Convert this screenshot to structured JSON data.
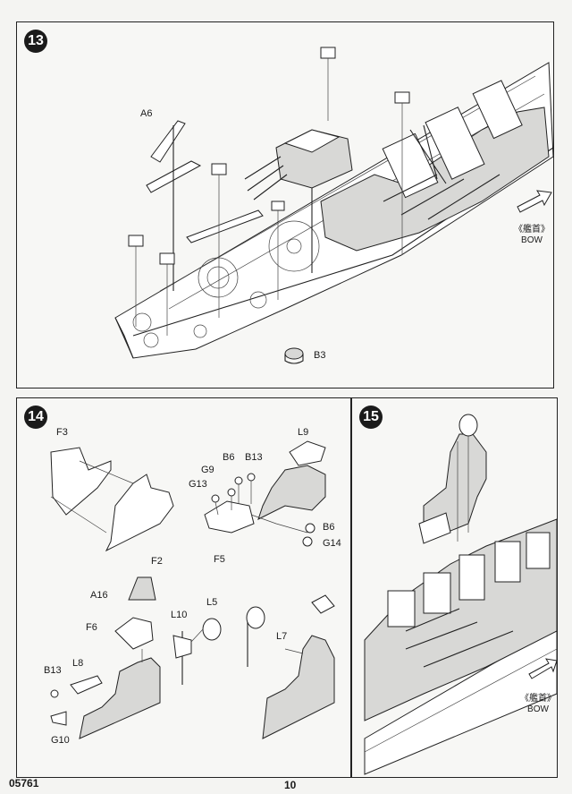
{
  "steps": {
    "s13": {
      "number": "13",
      "parts": [
        "A6",
        "B3"
      ],
      "bow_cn": "《艦首》",
      "bow_en": "BOW"
    },
    "s14": {
      "number": "14",
      "parts": [
        "F3",
        "F2",
        "B6",
        "B13",
        "G9",
        "G13",
        "F5",
        "L9",
        "B6",
        "G14",
        "A16",
        "F6",
        "L10",
        "L5",
        "L7",
        "B13",
        "L8",
        "G10"
      ]
    },
    "s15": {
      "number": "15",
      "bow_cn": "《艦首》",
      "bow_en": "BOW"
    }
  },
  "footer": {
    "code": "05761",
    "page": "10"
  }
}
